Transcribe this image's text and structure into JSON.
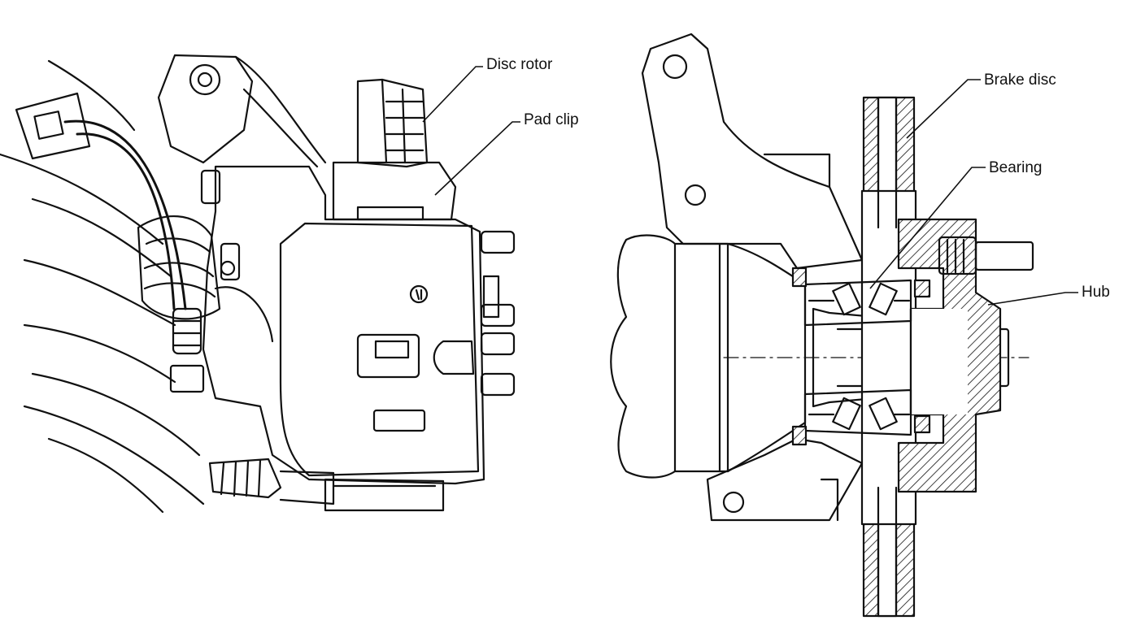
{
  "labels": {
    "disc_rotor": "Disc rotor",
    "pad_clip": "Pad clip",
    "brake_disc": "Brake disc",
    "bearing": "Bearing",
    "hub": "Hub"
  },
  "colors": {
    "line": "#111111",
    "background": "#ffffff"
  }
}
